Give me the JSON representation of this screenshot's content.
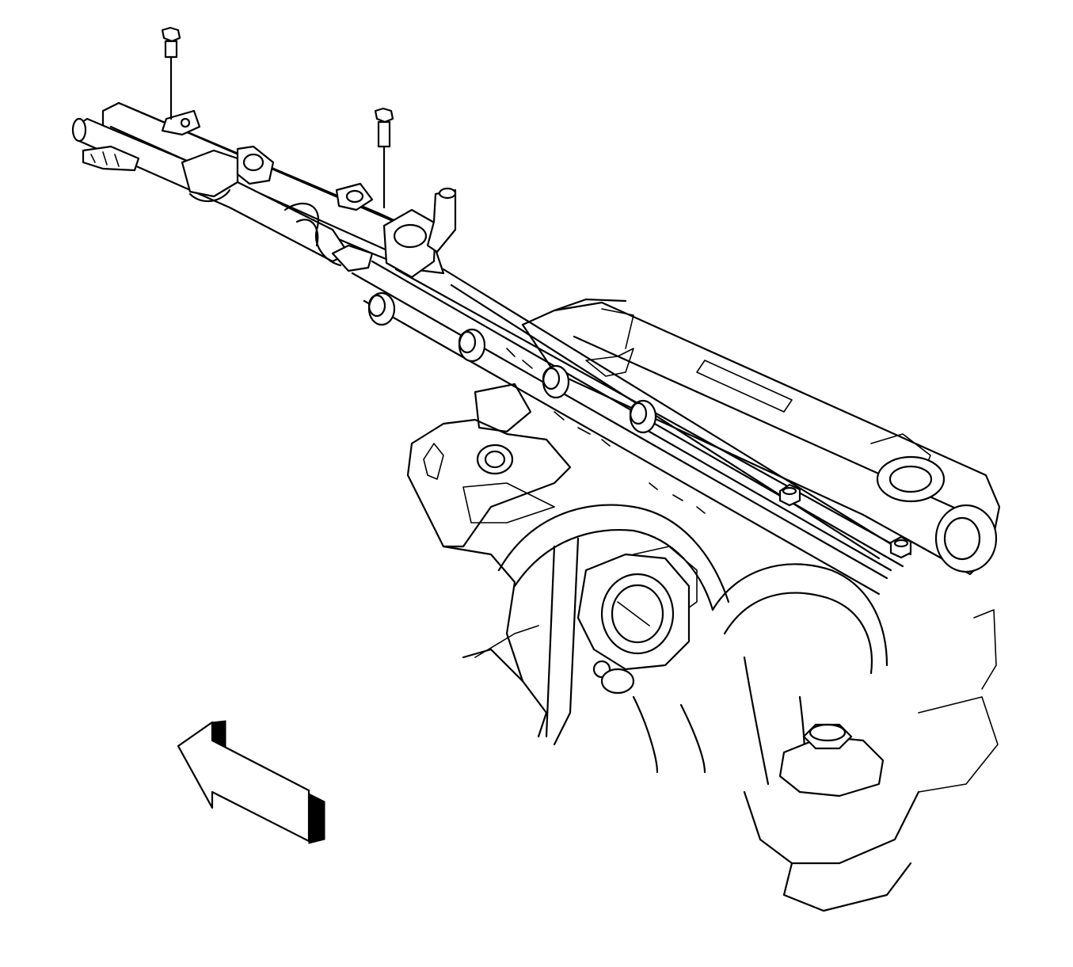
{
  "figure": {
    "background": "#ffffff",
    "line_color": "#000000",
    "components": [
      "fuel-rail",
      "fuel-injector",
      "injector-o-ring",
      "fuel-rail-bolt",
      "fuel-feed-pipe",
      "intake-manifold",
      "throttle-body",
      "valve-cover",
      "oil-filler-cap",
      "engine-block",
      "front-of-vehicle-arrow"
    ],
    "arrow_direction": "front"
  }
}
